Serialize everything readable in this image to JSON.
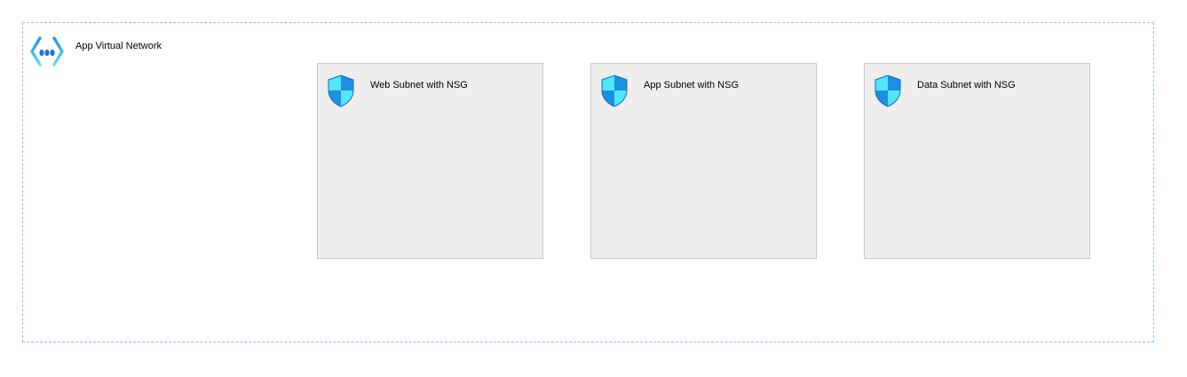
{
  "vnet": {
    "title": "App Virtual Network",
    "icon": "virtual-network-icon",
    "border_color": "#8fc3e6"
  },
  "subnets": [
    {
      "label": "Web Subnet with NSG",
      "icon": "nsg-shield-icon"
    },
    {
      "label": "App Subnet with NSG",
      "icon": "nsg-shield-icon"
    },
    {
      "label": "Data Subnet with NSG",
      "icon": "nsg-shield-icon"
    }
  ],
  "colors": {
    "subnet_fill": "#eeeeee",
    "subnet_border": "#c8c8c8",
    "shield_light": "#50e6ff",
    "shield_dark": "#1b8fe0"
  }
}
